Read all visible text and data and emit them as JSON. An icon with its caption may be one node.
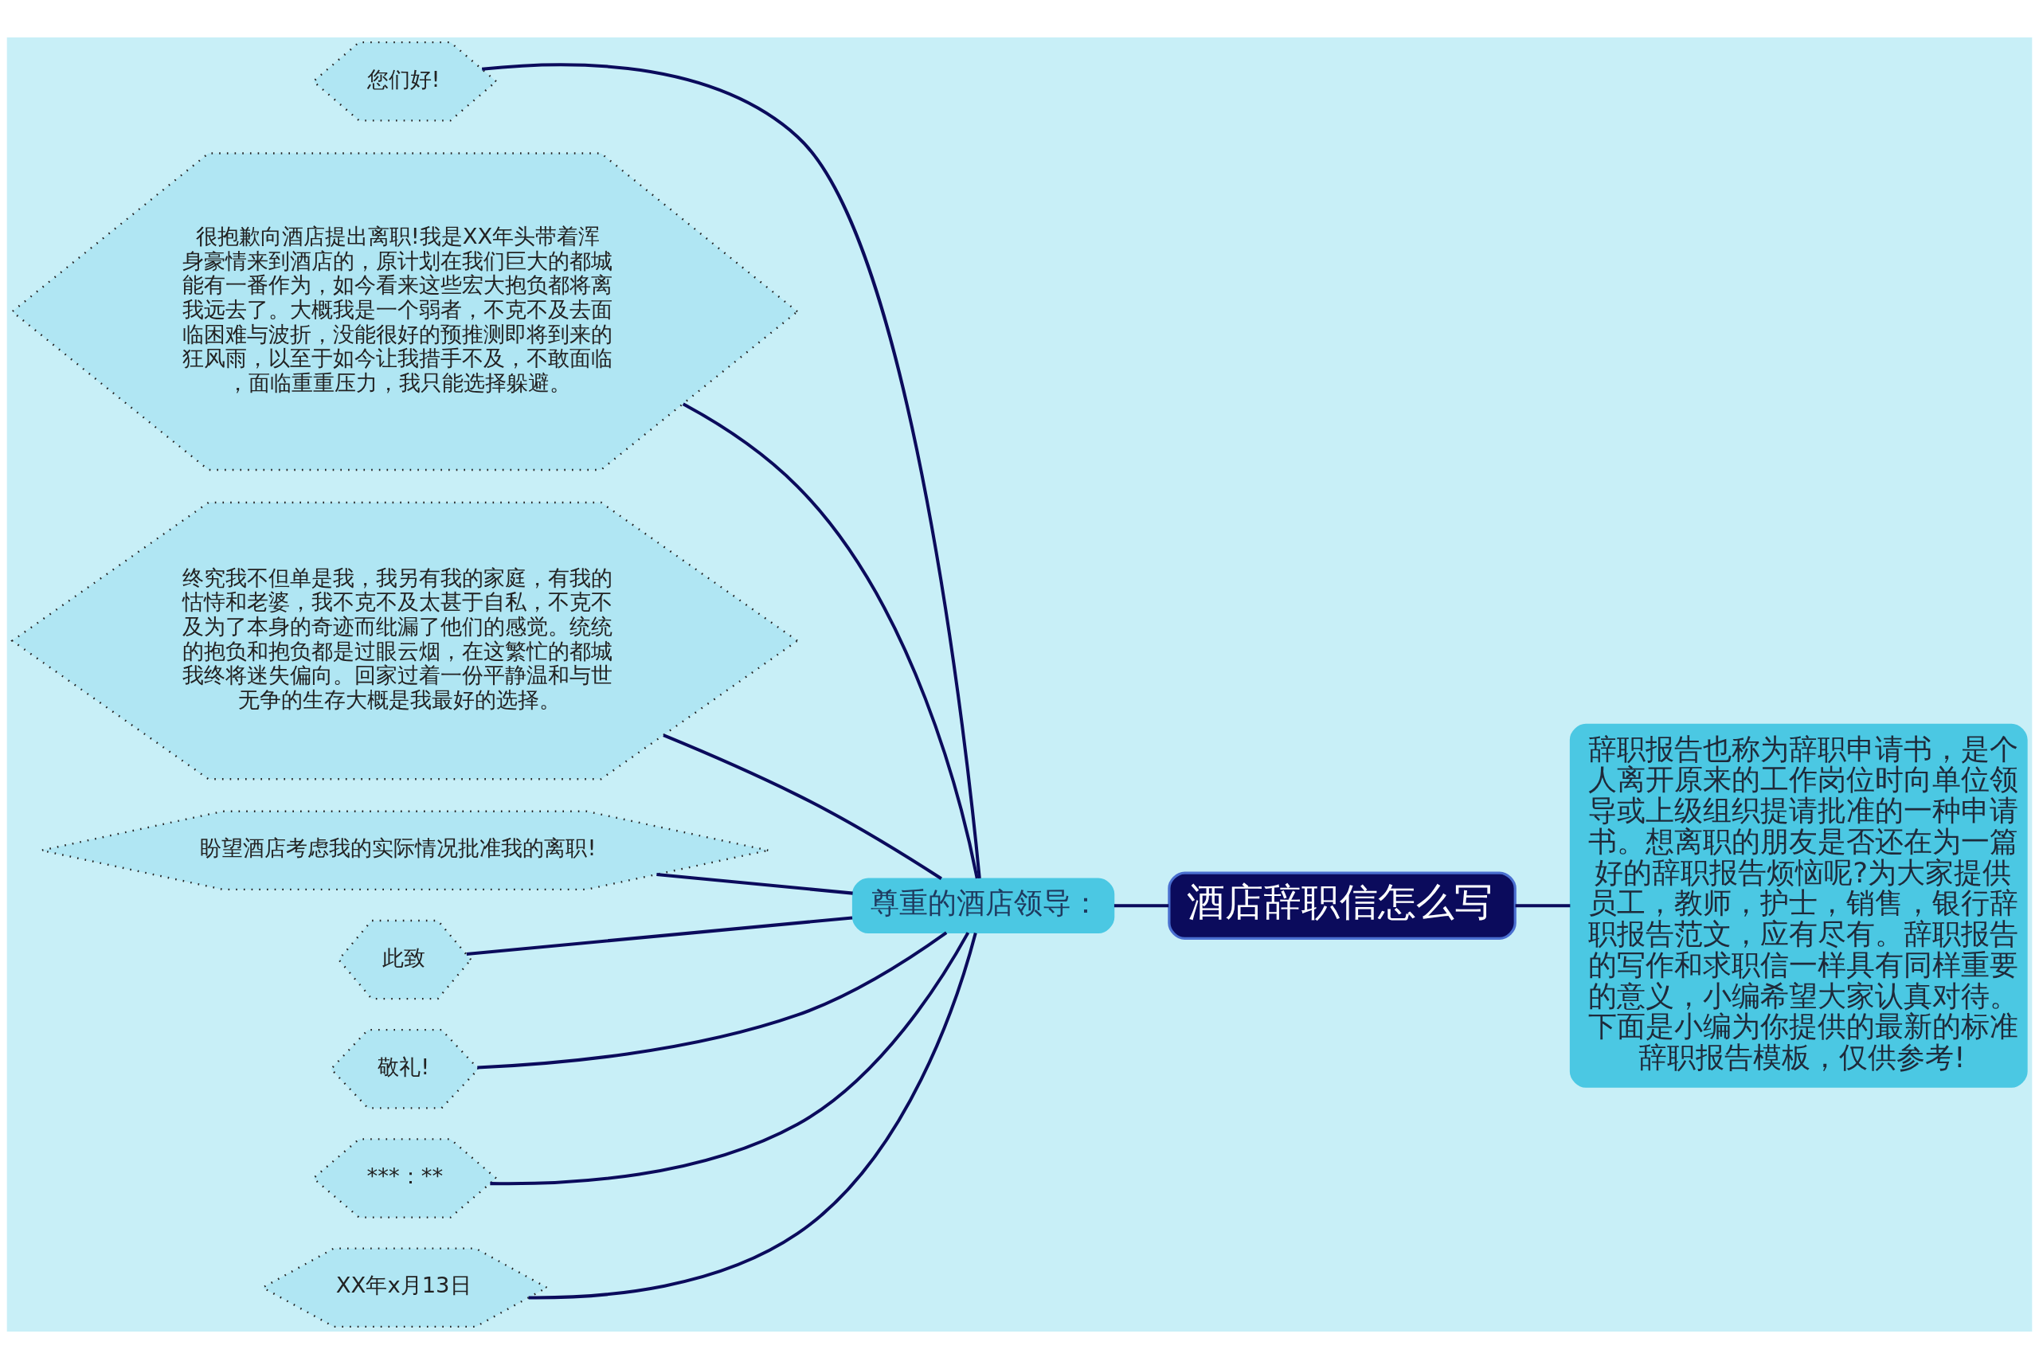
{
  "diagram": {
    "nodes": [
      {
        "text": [
          "酒店辞职信怎么写"
        ]
      },
      {
        "text": [
          "尊重的酒店领导："
        ]
      },
      {
        "text": [
          "您们好!"
        ]
      },
      {
        "text": [
          "很抱歉向酒店提出离职!我是XX年头带着浑身豪情来到酒店的，原计划在我们巨大的都城能有一番作为，如今看来这些宏大抱负都将离我远去了。大概我是一个弱者，不克不及去面临困难与波折，没能很好的预推测即将到来的狂风雨，以至于如今让我措手不及，不敢面临，面临重重压力，我只能选择躲避。"
        ]
      },
      {
        "text": [
          "终究我不但单是我，我另有我的家庭，有我的怙恃和老婆，我不克不及太甚于自私，不克不及为了本身的奇迹而纰漏了他们的感觉。统统的抱负和抱负都是过眼云烟，在这繁忙的都城我终将迷失偏向。回家过着一份平静温和与世无争的生存大概是我最好的选择。"
        ]
      },
      {
        "text": [
          "盼望酒店考虑我的实际情况批准我的离职!"
        ]
      },
      {
        "text": [
          "此致"
        ]
      },
      {
        "text": [
          "敬礼!"
        ]
      },
      {
        "text": [
          "***：**"
        ]
      },
      {
        "text": [
          "XX年x月13日"
        ]
      },
      {
        "text": [
          "辞职报告也称为辞职申请书，是个人离开原来的工作岗位时向单位领导或上级组织提请批准的一种申请书。想离职的朋友是否还在为一篇好的辞职报告烦恼呢?为大家提供员工，教师，护士，销售，银行辞职报告范文，应有尽有。辞职报告的写作和求职信一样具有同样重要的意义，小编希望大家认真对待。下面是小编为你提供的最新的标准辞职报告模板，仅供参考!"
        ]
      }
    ],
    "edges": [
      {
        "from": 0,
        "to": 1,
        "arrow": "none"
      },
      {
        "from": 0,
        "to": 10,
        "arrow": "none"
      },
      {
        "from": 1,
        "to": 2,
        "arrow": "none"
      },
      {
        "from": 1,
        "to": 3,
        "arrow": "none"
      },
      {
        "from": 1,
        "to": 4,
        "arrow": "none"
      },
      {
        "from": 1,
        "to": 5,
        "arrow": "none"
      },
      {
        "from": 1,
        "to": 6,
        "arrow": "none"
      },
      {
        "from": 1,
        "to": 7,
        "arrow": "none"
      },
      {
        "from": 1,
        "to": 8,
        "arrow": "none"
      },
      {
        "from": 1,
        "to": 9,
        "arrow": "none"
      }
    ]
  }
}
